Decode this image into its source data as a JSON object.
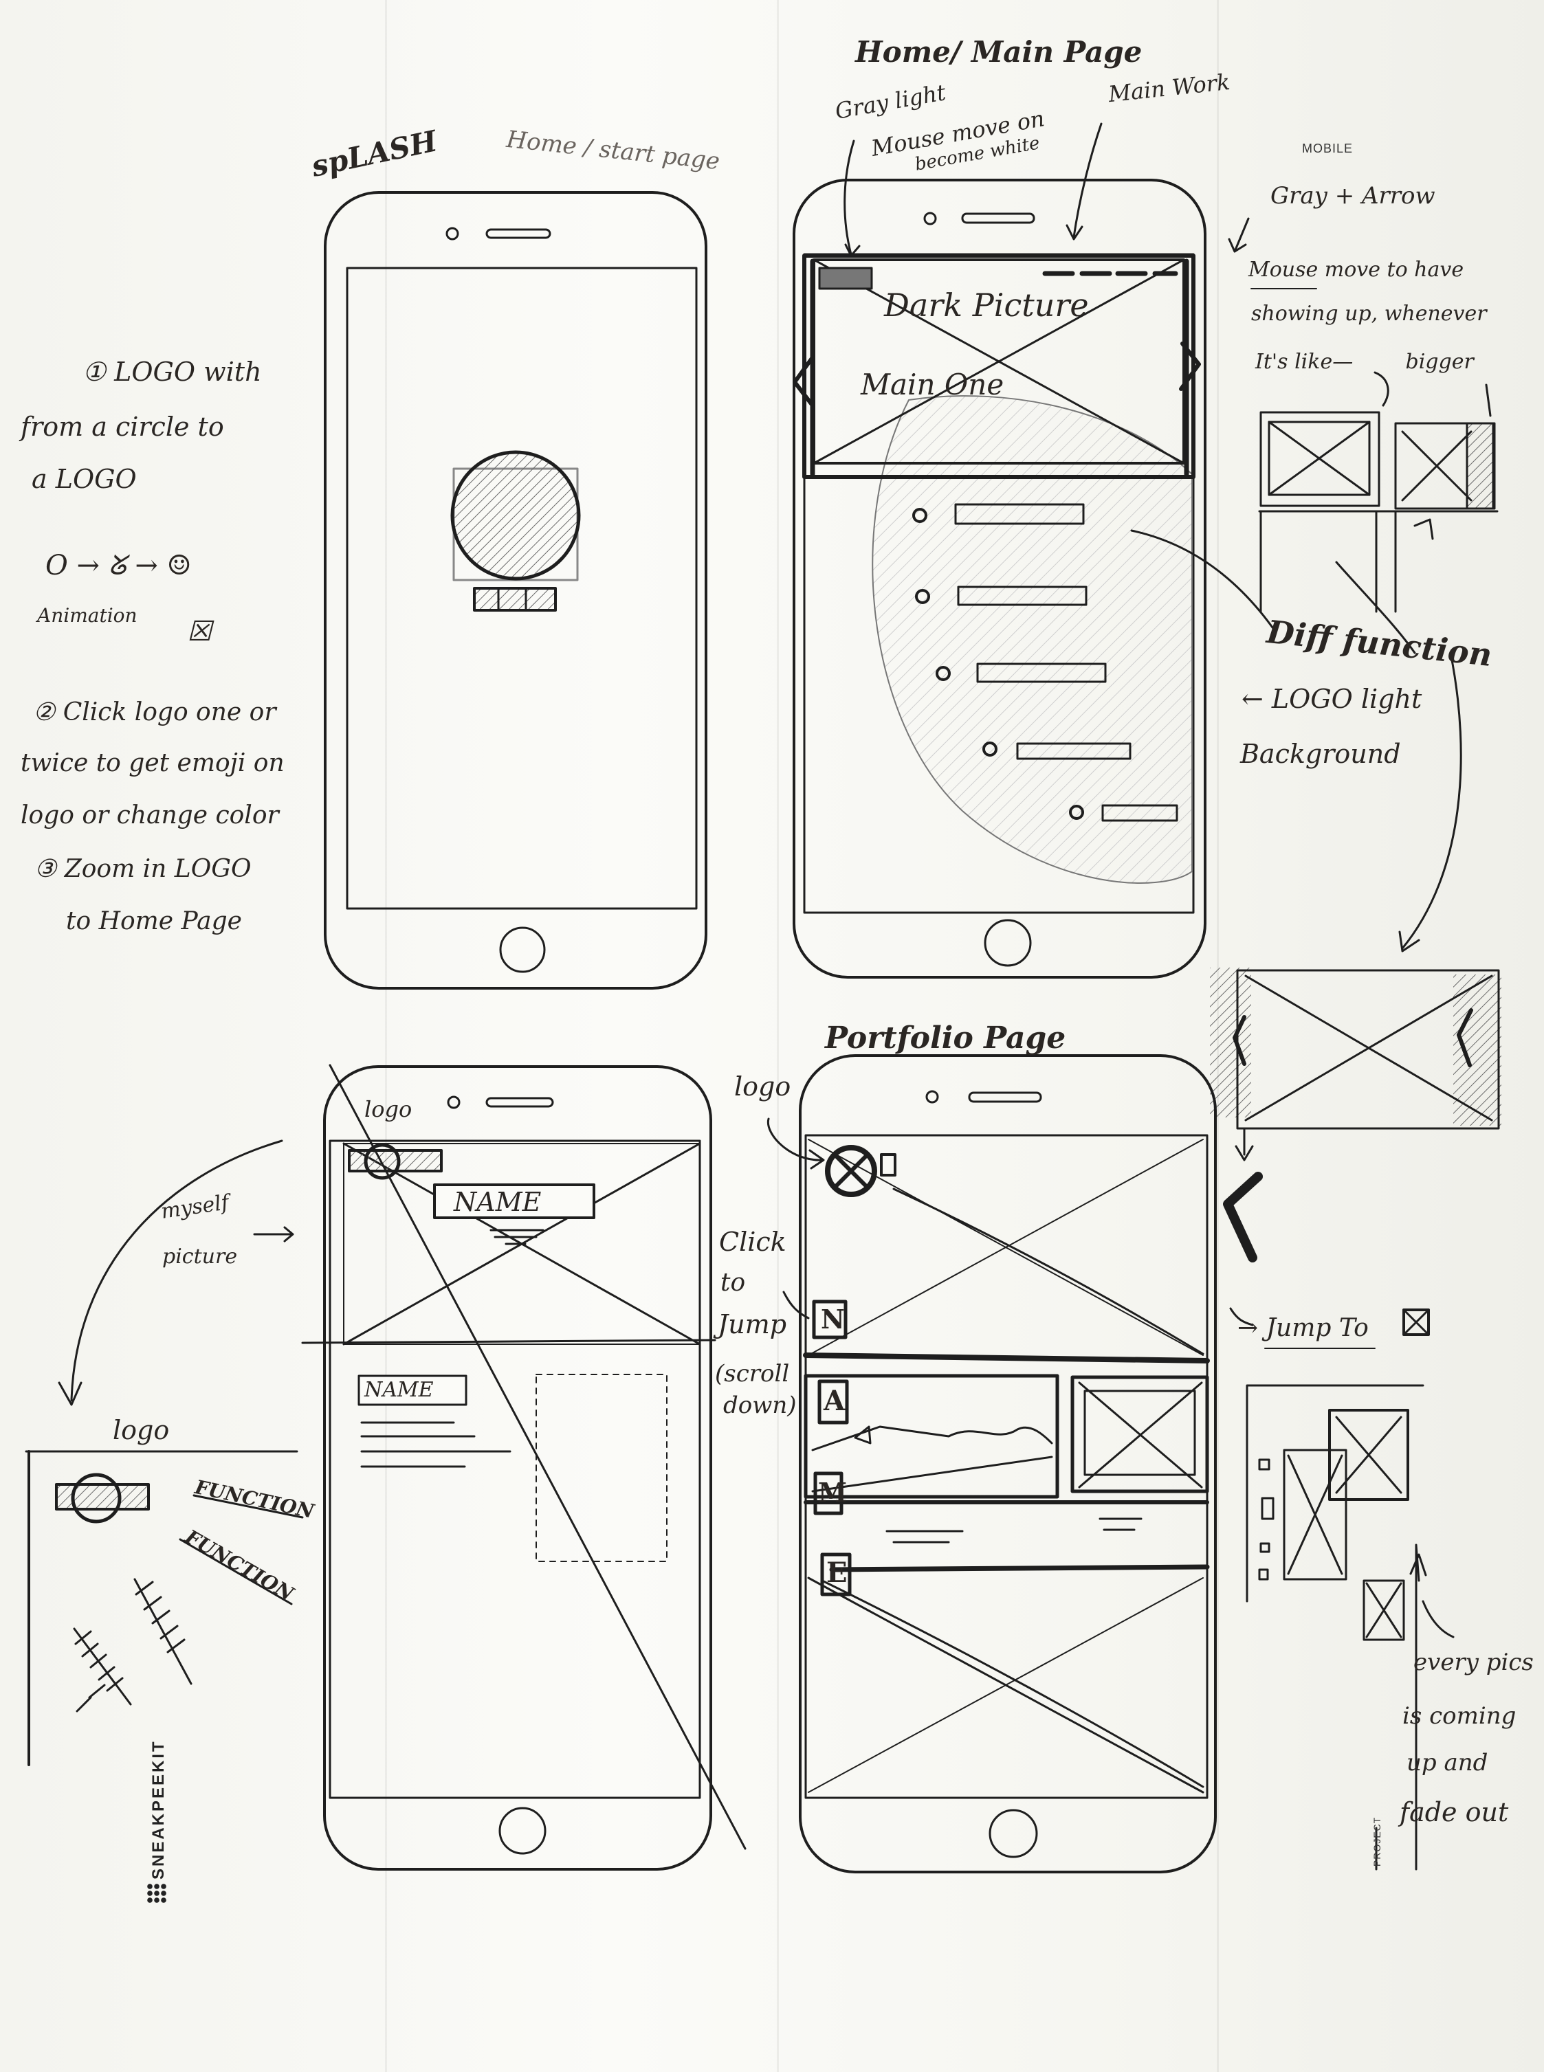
{
  "brand": {
    "name": "SNEAKPEEKIT"
  },
  "page_labels": {
    "mobile": "MOBILE",
    "project": "PROJECT"
  },
  "splash": {
    "title": "spLASH",
    "subtitle": "Home / start page",
    "notes": [
      "①  LOGO with",
      "from a circle to",
      "a LOGO",
      "O →  ᘜ → ☺",
      "Animation",
      "② Click logo one or",
      "twice to get emoji on",
      "logo or change color",
      "③ Zoom in LOGO",
      "to Home Page"
    ]
  },
  "home": {
    "title": "Home/ Main Page",
    "annotations": {
      "gray_light": "Gray light",
      "mouse_move": "Mouse move on",
      "become_white": "become white",
      "main_work": "Main Work"
    },
    "hero": {
      "line1": "Dark Picture",
      "line2": "Main One"
    }
  },
  "right_notes": {
    "gray_arrow": "Gray + Arrow",
    "mouse_move_lines": [
      "Mouse move to have",
      "showing up, whenever",
      "It's like—        bigger"
    ],
    "diff_function": "Diff function",
    "logo_light": "← LOGO light",
    "background": "Background",
    "jump_to": "→ Jump To",
    "every_pics": [
      "every pics",
      "is coming",
      "up and",
      "fade out"
    ]
  },
  "about": {
    "logo_note": "logo",
    "name_box": "NAME",
    "name_text": "NAME",
    "myself_picture": [
      "myself",
      "picture"
    ],
    "nav_logo_label": "logo",
    "function_1": "FUNCTION",
    "function_2": "FUNCTION"
  },
  "portfolio": {
    "title": "Portfolio Page",
    "logo_note": "logo",
    "click_note": [
      "Click",
      "to",
      "Jump",
      "(scroll",
      "down)"
    ],
    "letters": [
      "N",
      "A",
      "M",
      "E"
    ]
  }
}
